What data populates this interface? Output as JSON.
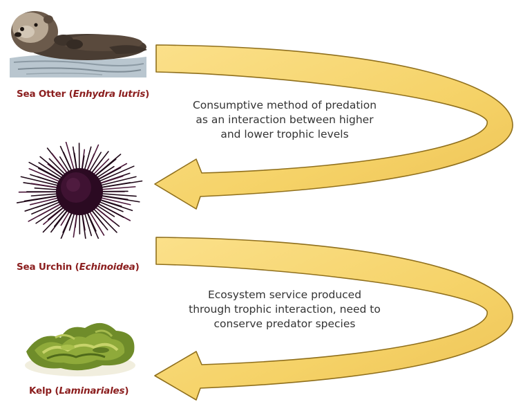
{
  "organisms": [
    {
      "common": "Sea Otter",
      "scientific": "Enhydra lutris",
      "icon": "sea-otter"
    },
    {
      "common": "Sea Urchin",
      "scientific": "Echinoidea",
      "icon": "sea-urchin"
    },
    {
      "common": "Kelp",
      "scientific": "Laminariales",
      "icon": "kelp"
    }
  ],
  "arrows": [
    {
      "lines": [
        "Consumptive method of predation",
        "as an interaction between higher",
        "and lower trophic levels"
      ]
    },
    {
      "lines": [
        "Ecosystem service produced",
        "through trophic interaction, need to",
        "conserve predator species"
      ]
    }
  ],
  "colors": {
    "arrow_fill": "#f8d86a",
    "arrow_stroke": "#8f6f1c",
    "label_color": "#8b1e1e",
    "text_color": "#333333"
  }
}
